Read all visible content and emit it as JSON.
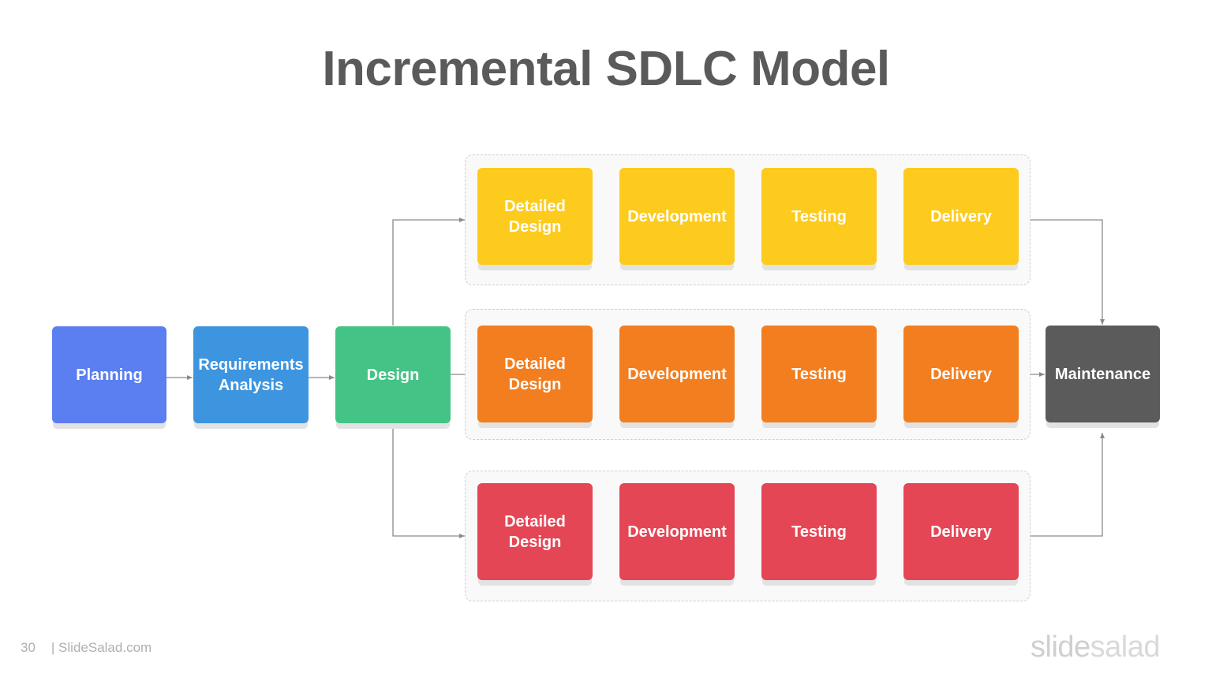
{
  "title": "Incremental SDLC Model",
  "colors": {
    "planning": "#5B7FF0",
    "requirements": "#3D95E0",
    "design": "#44C386",
    "increment_yellow": "#FCCB1E",
    "increment_orange": "#F37E1F",
    "increment_red": "#E44655",
    "maintenance": "#5B5B5B"
  },
  "stages": {
    "planning": "Planning",
    "requirements": "Requirements\nAnalysis",
    "design": "Design",
    "maintenance": "Maintenance"
  },
  "increments": [
    {
      "detailed_design": "Detailed\nDesign",
      "development": "Development",
      "testing": "Testing",
      "delivery": "Delivery"
    },
    {
      "detailed_design": "Detailed\nDesign",
      "development": "Development",
      "testing": "Testing",
      "delivery": "Delivery"
    },
    {
      "detailed_design": "Detailed\nDesign",
      "development": "Development",
      "testing": "Testing",
      "delivery": "Delivery"
    }
  ],
  "footer": {
    "page_number": "30",
    "site": "| SlideSalad.com"
  },
  "brand": {
    "part1": "slide",
    "part2": "salad"
  }
}
